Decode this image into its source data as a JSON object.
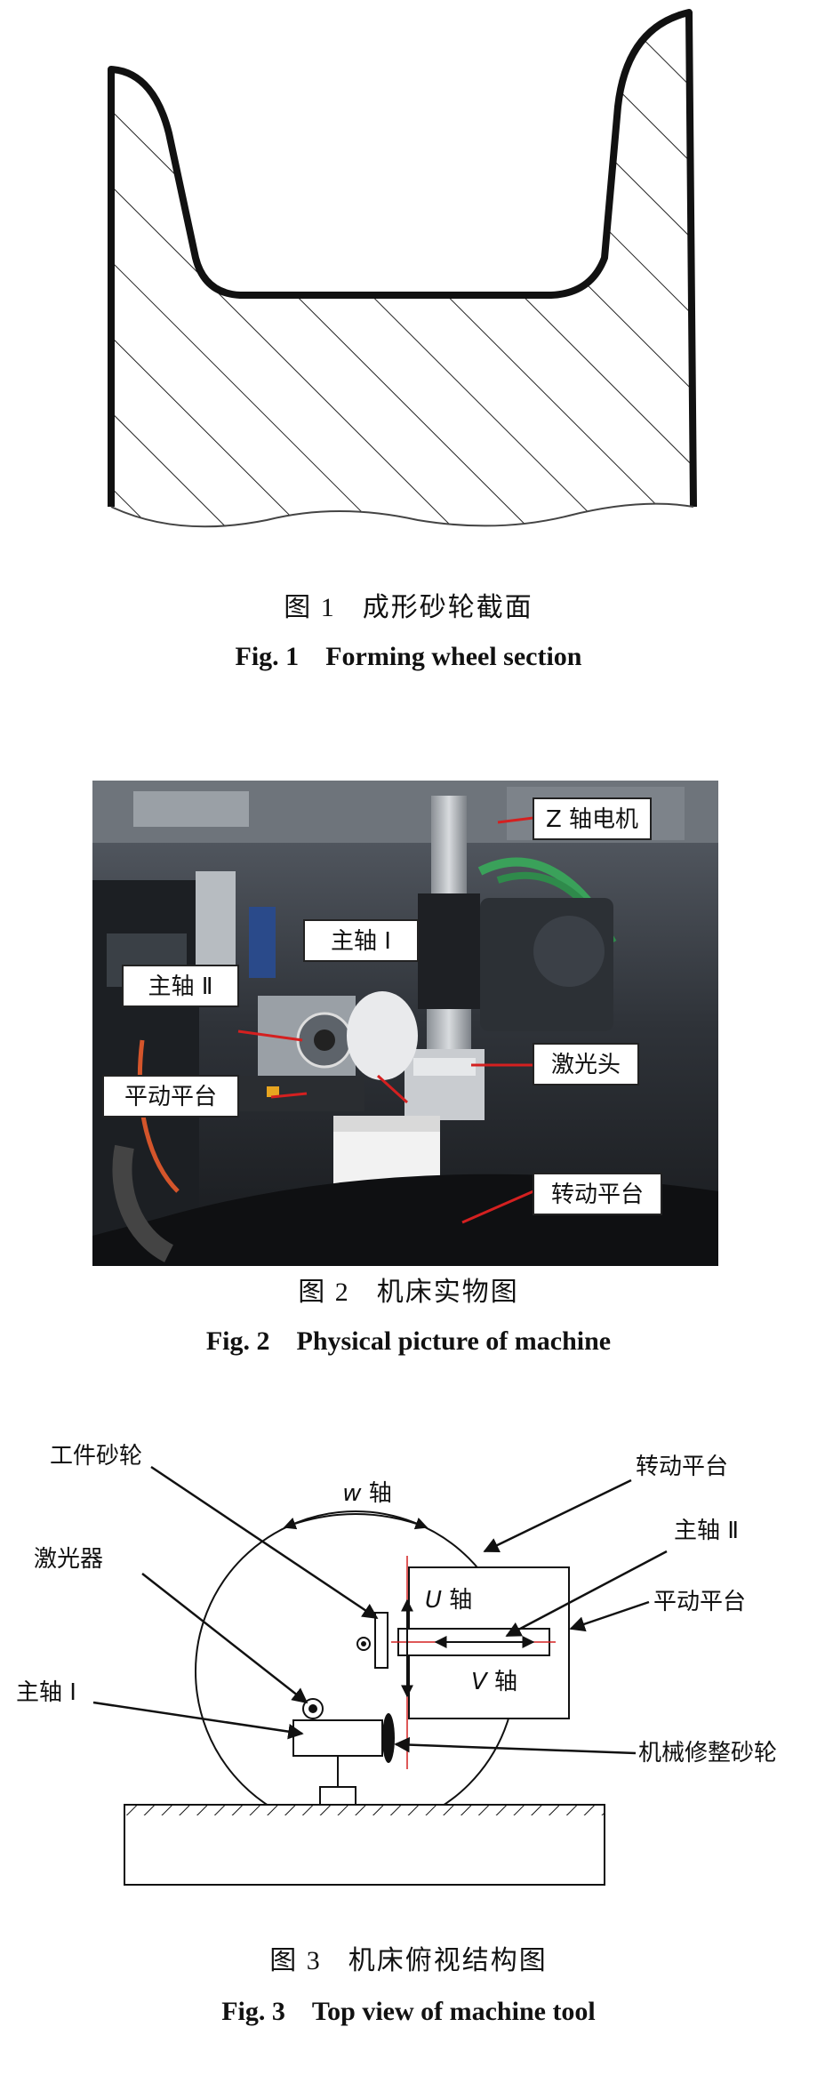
{
  "fig1": {
    "caption_cn_num": "图 1",
    "caption_cn_text": "成形砂轮截面",
    "caption_en_num": "Fig. 1",
    "caption_en_text": "Forming wheel section"
  },
  "fig2": {
    "labels": {
      "z_motor": "Z 轴电机",
      "spindle_1": "主轴 Ⅰ",
      "spindle_2": "主轴 Ⅱ",
      "laser_head": "激光头",
      "translation_platform": "平动平台",
      "rotary_platform": "转动平台"
    },
    "caption_cn_num": "图 2",
    "caption_cn_text": "机床实物图",
    "caption_en_num": "Fig. 2",
    "caption_en_text": "Physical picture of machine"
  },
  "fig3": {
    "labels": {
      "w_axis_letter": "w",
      "w_axis_suffix": " 轴",
      "workpiece_wheel": "工件砂轮",
      "rotary_platform": "转动平台",
      "laser": "激光器",
      "spindle_2": "主轴 Ⅱ",
      "u_axis_letter": "U",
      "u_axis_suffix": " 轴",
      "v_axis_letter": "V",
      "v_axis_suffix": " 轴",
      "translation_platform": "平动平台",
      "spindle_1": "主轴 Ⅰ",
      "dressing_wheel": "机械修整砂轮"
    },
    "caption_cn_num": "图 3",
    "caption_cn_text": "机床俯视结构图",
    "caption_en_num": "Fig. 3",
    "caption_en_text": "Top view of machine tool"
  },
  "colors": {
    "ink": "#111111",
    "photo_bg": "#2a2d33",
    "leader_red": "#d42020"
  }
}
